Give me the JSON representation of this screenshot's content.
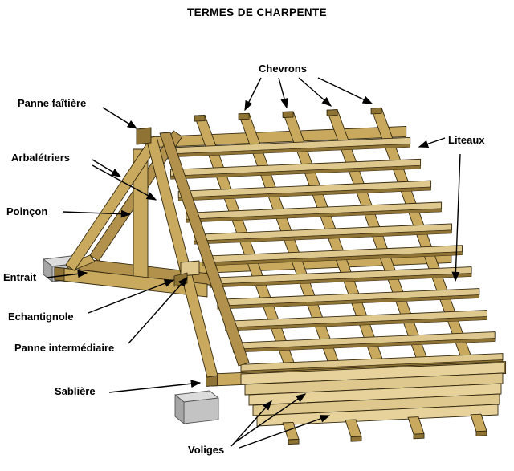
{
  "title": "TERMES DE CHARPENTE",
  "labels": {
    "chevrons": "Chevrons",
    "panne_faitiere": "Panne faîtière",
    "arbaletriers": "Arbalétriers",
    "poincon": "Poinçon",
    "entrait": "Entrait",
    "echantignole": "Echantignole",
    "panne_intermediaire": "Panne intermédiaire",
    "sabliere": "Sablière",
    "voliges": "Voliges",
    "liteaux": "Liteaux"
  },
  "colors": {
    "background": "#ffffff",
    "text": "#000000",
    "wood_light": "#dfc88e",
    "wood_light2": "#e7d29c",
    "wood_mid": "#c9a95e",
    "wood_mid2": "#b2914c",
    "wood_dark": "#8f7334",
    "outline": "#33290f",
    "wall_light": "#dcdcdc",
    "wall_mid": "#c3c3c3",
    "wall_dark": "#a6a6a6",
    "arrow": "#000000"
  }
}
